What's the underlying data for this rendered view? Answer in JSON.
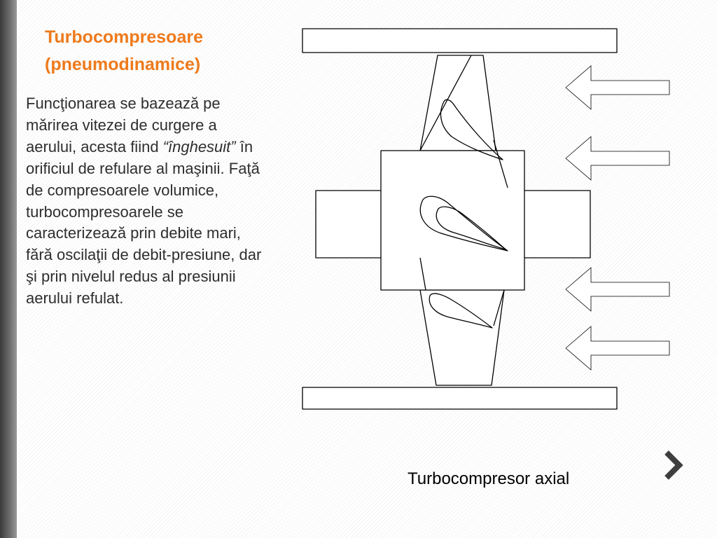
{
  "slide": {
    "title_line1": "Turbocompresoare",
    "title_line2": "(pneumodinamice)",
    "body": {
      "part1": "Funcţionarea se bazează pe mărirea vitezei de curgere a aerului, acesta fiind ",
      "emphasis": "“înghesuit”",
      "part2": " în orificiul de refulare al maşinii. Faţă de compresoarele volumice, turbocompresoarele se caracterizează prin debite mari, fără oscilaţii de debit-presiune, dar şi prin nivelul redus al presiunii aerului refulat."
    },
    "caption": "Turbocompresor axial"
  },
  "colors": {
    "title": "#ee7a1c",
    "text": "#2e2e2e",
    "line": "#000000"
  },
  "icons": {
    "next": "chevron-right-icon",
    "flow": "arrow-left-icon"
  }
}
